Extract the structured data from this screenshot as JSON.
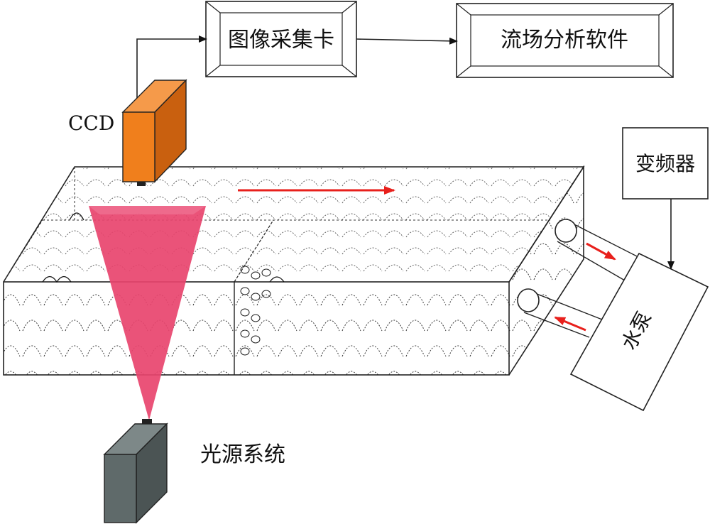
{
  "boxes": {
    "capture_card": "图像采集卡",
    "analysis_software": "流场分析软件",
    "inverter": "变频器",
    "pump": "水泵"
  },
  "labels": {
    "ccd": "CCD",
    "light_source": "光源系统"
  },
  "colors": {
    "ccd_body": "#f07f1c",
    "laser_sheet": "#e8446e",
    "flow_arrow": "#e8201c",
    "light_body": "#5f6a6a"
  }
}
